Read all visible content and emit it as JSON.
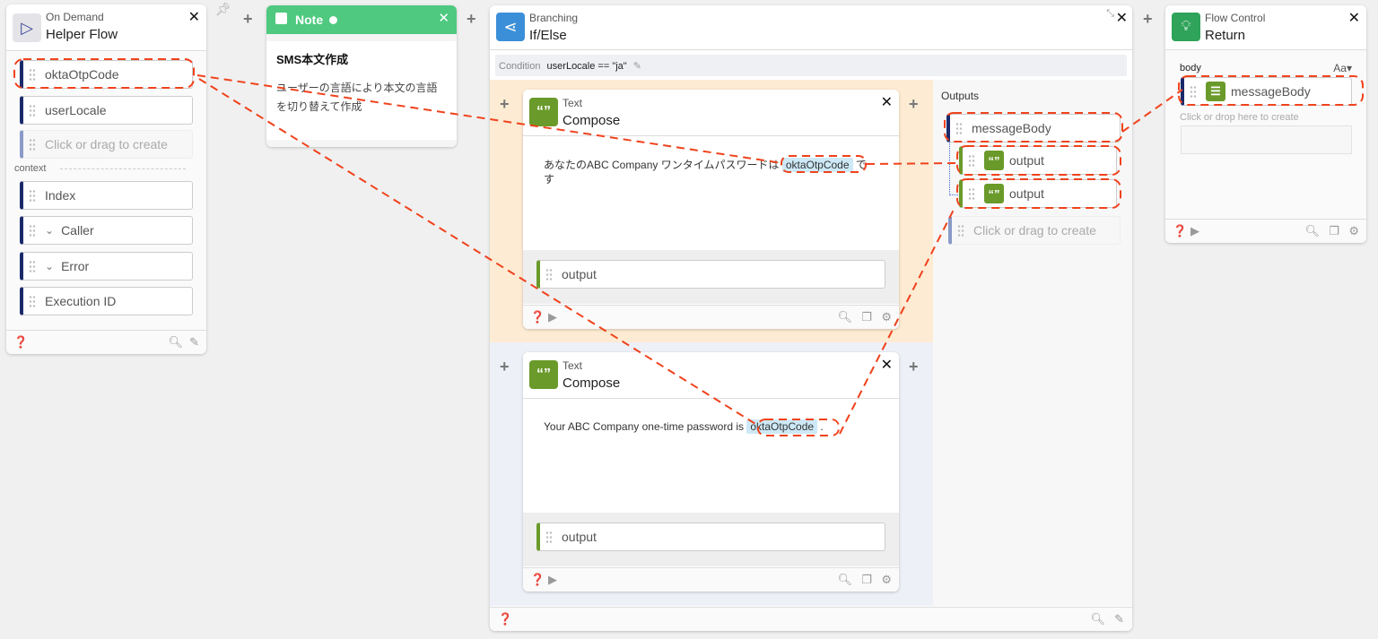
{
  "helper": {
    "subtitle": "On Demand",
    "title": "Helper Flow",
    "fields": [
      "oktaOtpCode",
      "userLocale"
    ],
    "placeholder": "Click or drag to create",
    "context_label": "context",
    "context_fields": [
      "Index",
      "Caller",
      "Error",
      "Execution ID"
    ]
  },
  "note": {
    "header": "Note",
    "title": "SMS本文作成",
    "body_line1": "ユーザーの言語により本文の言語",
    "body_line2": "を切り替えて作成"
  },
  "branch": {
    "subtitle": "Branching",
    "title": "If/Else",
    "condition_label": "Condition",
    "condition_value": "userLocale == \"ja\"",
    "outputs_label": "Outputs",
    "outputs": [
      "messageBody",
      "output",
      "output"
    ],
    "placeholder": "Click or drag to create",
    "compose1": {
      "subtitle": "Text",
      "title": "Compose",
      "text_before": "あなたのABC Company ワンタイムパスワードは",
      "token": "oktaOtpCode",
      "text_after": "です",
      "output": "output"
    },
    "compose2": {
      "subtitle": "Text",
      "title": "Compose",
      "text_before": "Your ABC Company one-time password is",
      "token": "oktaOtpCode",
      "text_after": ".",
      "output": "output"
    }
  },
  "ret": {
    "subtitle": "Flow Control",
    "title": "Return",
    "body_label": "body",
    "format": "Aa▾",
    "field": "messageBody",
    "placeholder": "Click or drop here to create"
  },
  "colors": {
    "dash": "#f0421c",
    "note": "#4ec97f",
    "branch": "#3b8fd8",
    "text": "#6a9a2a",
    "flow": "#2fa35a"
  }
}
